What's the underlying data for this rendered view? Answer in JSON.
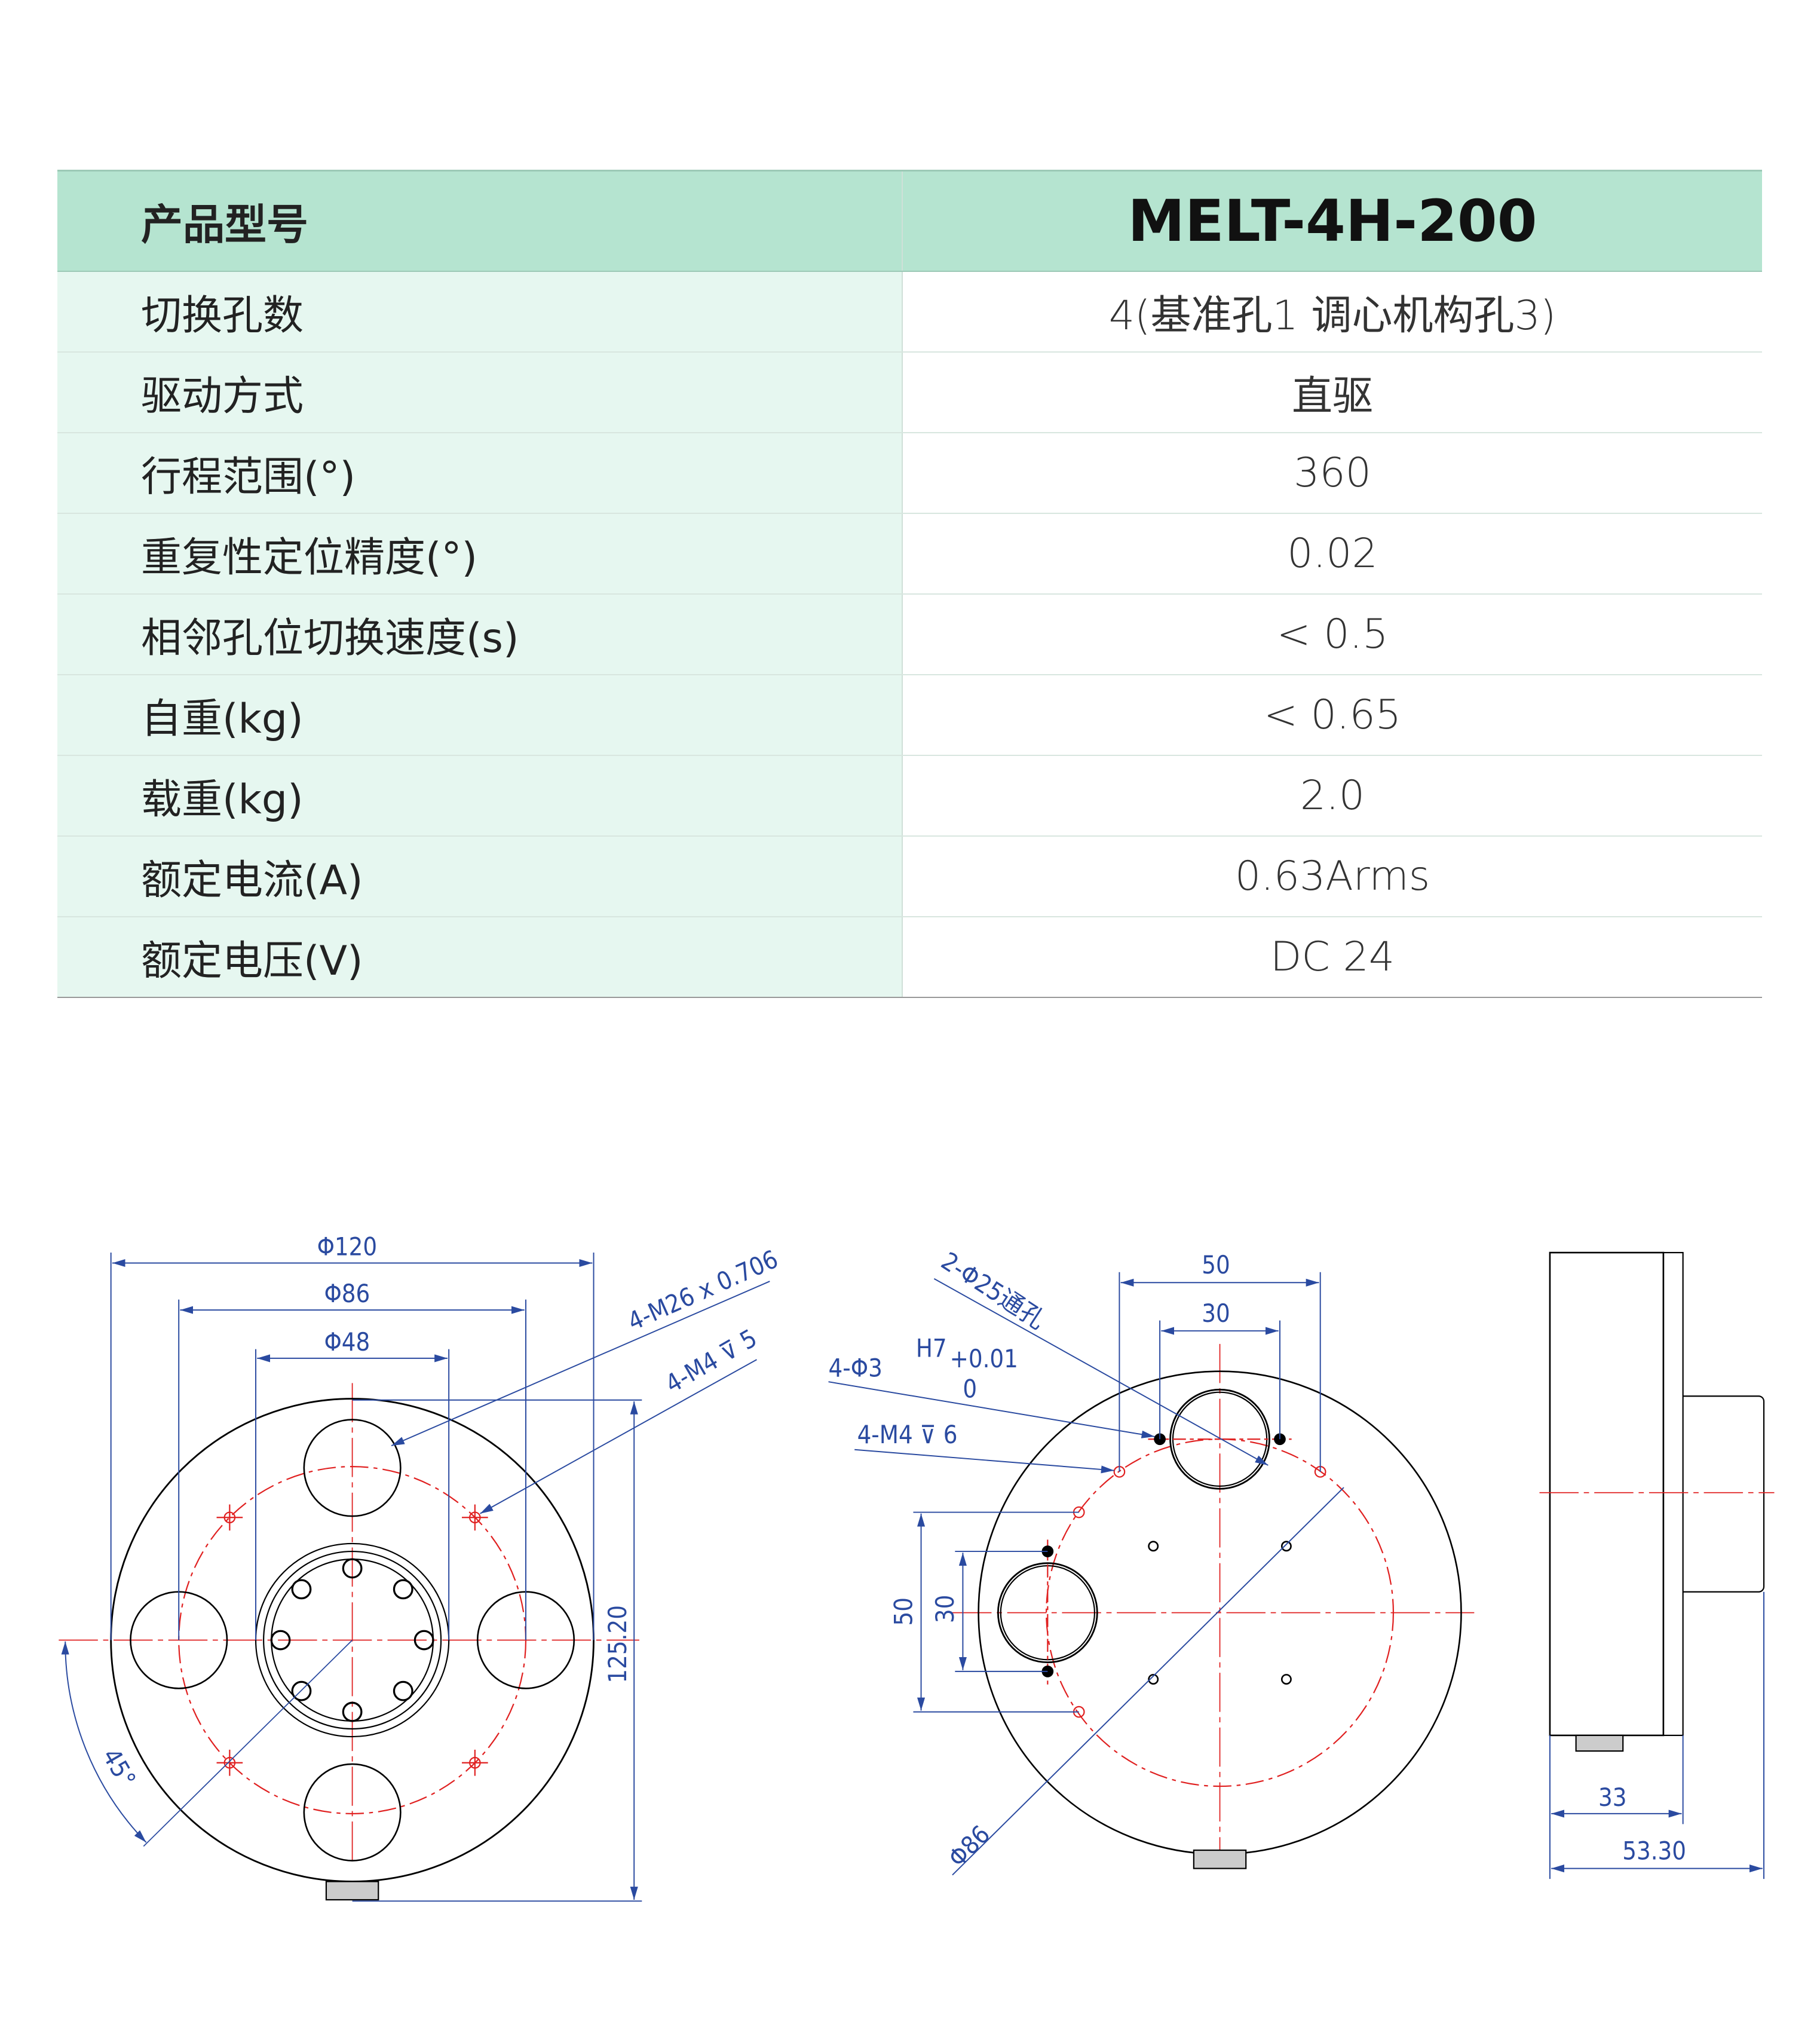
{
  "table": {
    "header": {
      "label": "产品型号",
      "value": "MELT-4H-200"
    },
    "rows": [
      {
        "label": "切换孔数",
        "value": "4(基准孔1 调心机构孔3)"
      },
      {
        "label": "驱动方式",
        "value": "直驱"
      },
      {
        "label": "行程范围(°)",
        "value": "360"
      },
      {
        "label": "重复性定位精度(°)",
        "value": "0.02"
      },
      {
        "label": "相邻孔位切换速度(s)",
        "value": "< 0.5"
      },
      {
        "label": "自重(kg)",
        "value": "< 0.65"
      },
      {
        "label": "载重(kg)",
        "value": "2.0"
      },
      {
        "label": "额定电流(A)",
        "value": "0.63Arms"
      },
      {
        "label": "额定电压(V)",
        "value": "DC 24"
      }
    ]
  },
  "drawing": {
    "front": {
      "d120": "Φ120",
      "d86": "Φ86",
      "d48": "Φ48",
      "thread": "4-M26 x 0.706",
      "m4": "4-M4 ⊽ 5",
      "height": "125.20",
      "angle": "45°"
    },
    "back": {
      "holes": "2-Φ25通孔",
      "pins": "4-Φ3",
      "fit": "H7",
      "tol_upper": "+0.01",
      "tol_lower": "0",
      "m4": "4-M4 ⊽ 6",
      "w50": "50",
      "w30": "30",
      "h50": "50",
      "h30": "30",
      "dia": "Φ86"
    },
    "side": {
      "d33": "33",
      "d53": "53.30"
    }
  },
  "colors": {
    "header_bg": "#b5e4d0",
    "label_bg": "#e6f7f0",
    "dim": "#2a4aa0",
    "center": "#e02020"
  }
}
